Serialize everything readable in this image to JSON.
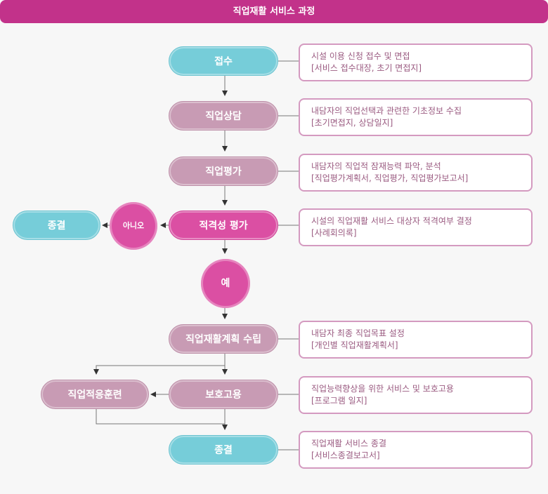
{
  "title": "직업재활 서비스 과정",
  "steps": [
    {
      "label": "접수",
      "desc1": "시설 이용 신청 접수 및 면접",
      "desc2": "[서비스 접수대장, 초기 면접지]"
    },
    {
      "label": "직업상담",
      "desc1": "내담자의 직업선택과 관련한 기초정보 수집",
      "desc2": "[초기면접지, 상담일지]"
    },
    {
      "label": "직업평가",
      "desc1": "내담자의 직업적 잠재능력 파악, 분석",
      "desc2": "[직업평가계획서, 직업평가, 직업평가보고서]"
    },
    {
      "label": "적격성 평가",
      "desc1": "시설의 직업재활 서비스 대상자 적격여부 결정",
      "desc2": "[사례회의록]"
    },
    {
      "label": "직업재활계획 수립",
      "desc1": "내담자 최종 직업목표 설정",
      "desc2": "[개인별 직업재활계획서]"
    },
    {
      "label": "보호고용",
      "desc1": "직업능력향상을 위한 서비스 및 보호고용",
      "desc2": "[프로그램 일지]"
    },
    {
      "label": "종결",
      "desc1": "직업재활 서비스 종결",
      "desc2": "[서비스종결보고서]"
    }
  ],
  "no_label": "아니오",
  "yes_label": "예",
  "no_end_label": "종결",
  "training_label": "직업적응훈련"
}
